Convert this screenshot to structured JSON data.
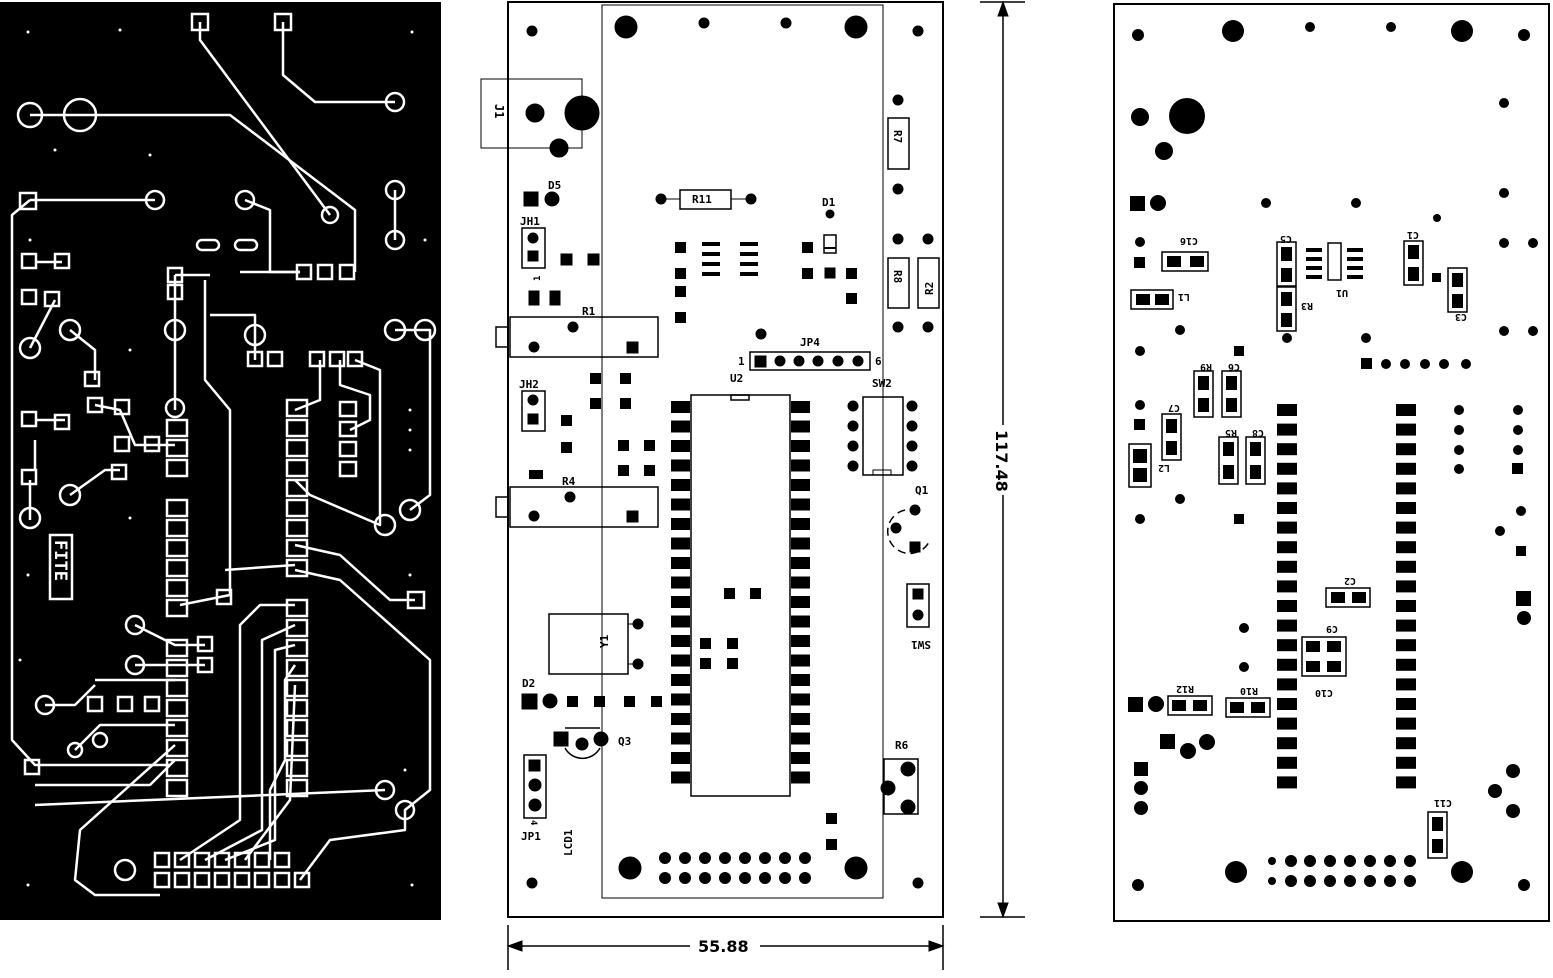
{
  "copper_text": "FITE",
  "dimensions": {
    "width": "55.88",
    "height": "117.48"
  },
  "silkscreen": {
    "J1": "J1",
    "D5": "D5",
    "JH1": "JH1",
    "R11": "R11",
    "D1": "D1",
    "R7": "R7",
    "R8": "R8",
    "R2": "R2",
    "R1": "R1",
    "JP4": "JP4",
    "JP4_pin1": "1",
    "JP4_pin6": "6",
    "U2": "U2",
    "SW2": "SW2",
    "JH2": "JH2",
    "R4": "R4",
    "Q1": "Q1",
    "SW1": "SW1",
    "Y1": "Y1",
    "D2": "D2",
    "Q3": "Q3",
    "R6": "R6",
    "JP1": "JP1",
    "LCD1": "LCD1",
    "pin_one": "1",
    "pin_four": "4"
  },
  "bottom_labels": {
    "C16": "C16",
    "C5": "C5",
    "U1": "U1",
    "C1": "C1",
    "L1": "L1",
    "R3": "R3",
    "C3": "C3",
    "R9": "R9",
    "C6": "C6",
    "C7": "C7",
    "R5": "R5",
    "C8": "C8",
    "L2": "L2",
    "C2": "C2",
    "C9": "C9",
    "R12": "R12",
    "R10": "R10",
    "C10": "C10",
    "C11": "C11"
  }
}
